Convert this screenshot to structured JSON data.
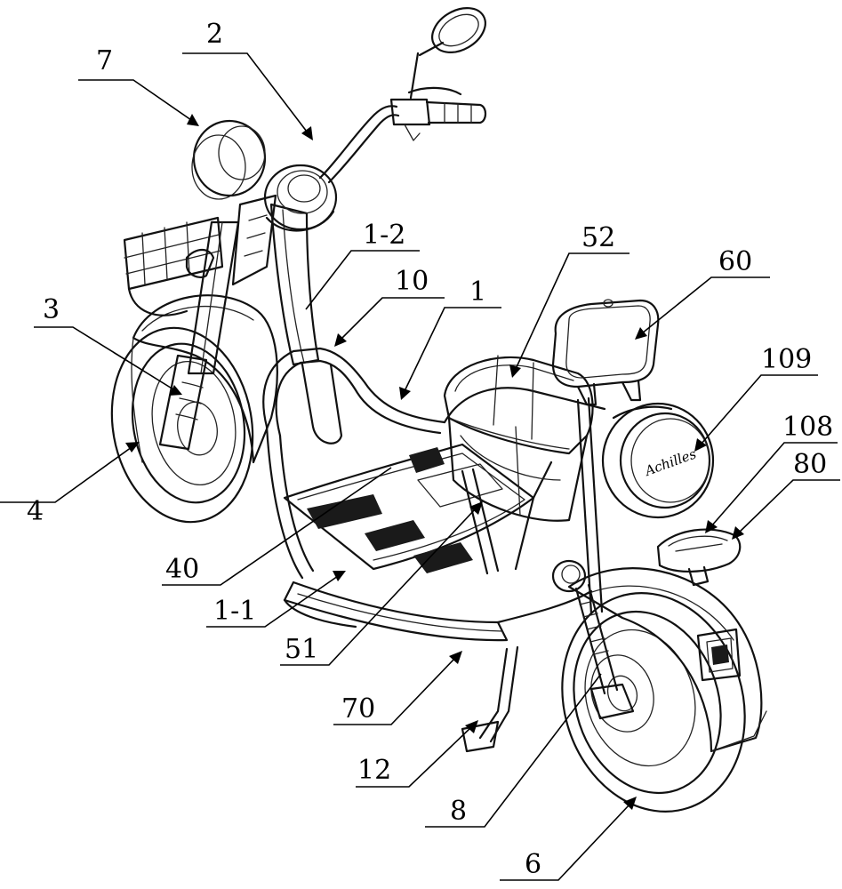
{
  "labels": {
    "l2": "2",
    "l7": "7",
    "l1_2": "1-2",
    "l52": "52",
    "l60": "60",
    "l10": "10",
    "l1": "1",
    "l3": "3",
    "l109": "109",
    "l108": "108",
    "l80": "80",
    "l4": "4",
    "l40": "40",
    "l1_1": "1-1",
    "l51": "51",
    "l70": "70",
    "l12": "12",
    "l8": "8",
    "l6": "6"
  },
  "brand_text": "Achilles"
}
